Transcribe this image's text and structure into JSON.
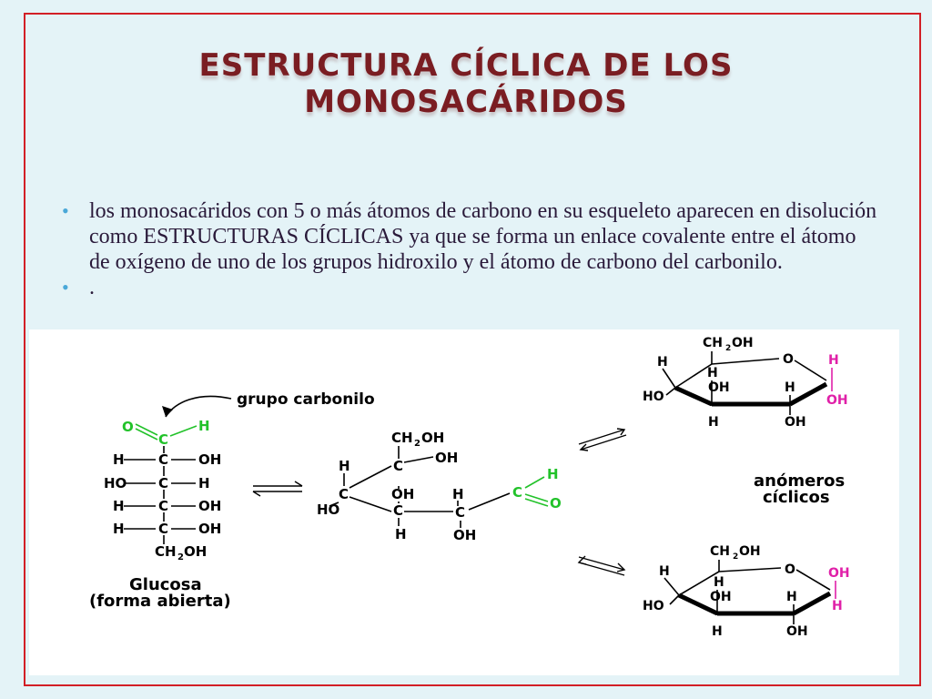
{
  "slide": {
    "title": "ESTRUCTURA CÍCLICA DE LOS MONOSACÁRIDOS",
    "bullets": [
      "los monosacáridos con 5 o más átomos de carbono en su esqueleto aparecen en disolución como ESTRUCTURAS CÍCLICAS ya que se forma un enlace covalente entre el átomo de oxígeno de uno de los grupos hidroxilo y el átomo de carbono del carbonilo.",
      "."
    ]
  },
  "figure": {
    "carbonyl_label": "grupo  carbonilo",
    "open_chain_caption_1": "Glucosa",
    "open_chain_caption_2": "(forma abierta)",
    "anomers_label_1": "anómeros",
    "anomers_label_2": "cíclicos",
    "colors": {
      "carbonyl_green": "#22c22a",
      "anomeric_magenta": "#e020a8",
      "ink": "#000000"
    }
  }
}
